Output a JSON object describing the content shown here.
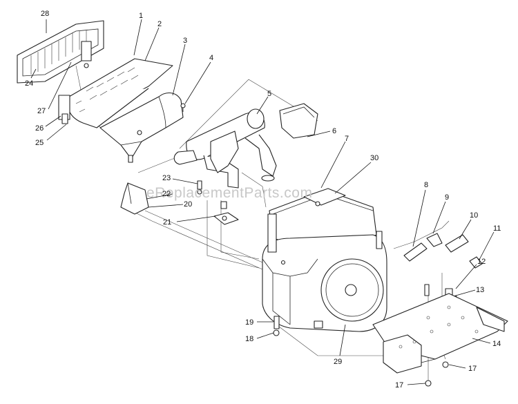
{
  "watermark": "eReplacementParts.com",
  "callouts": [
    "1",
    "2",
    "3",
    "4",
    "5",
    "6",
    "7",
    "8",
    "9",
    "10",
    "11",
    "12",
    "13",
    "14",
    "17",
    "17",
    "18",
    "19",
    "20",
    "21",
    "22",
    "23",
    "24",
    "25",
    "26",
    "27",
    "28",
    "29",
    "30"
  ]
}
